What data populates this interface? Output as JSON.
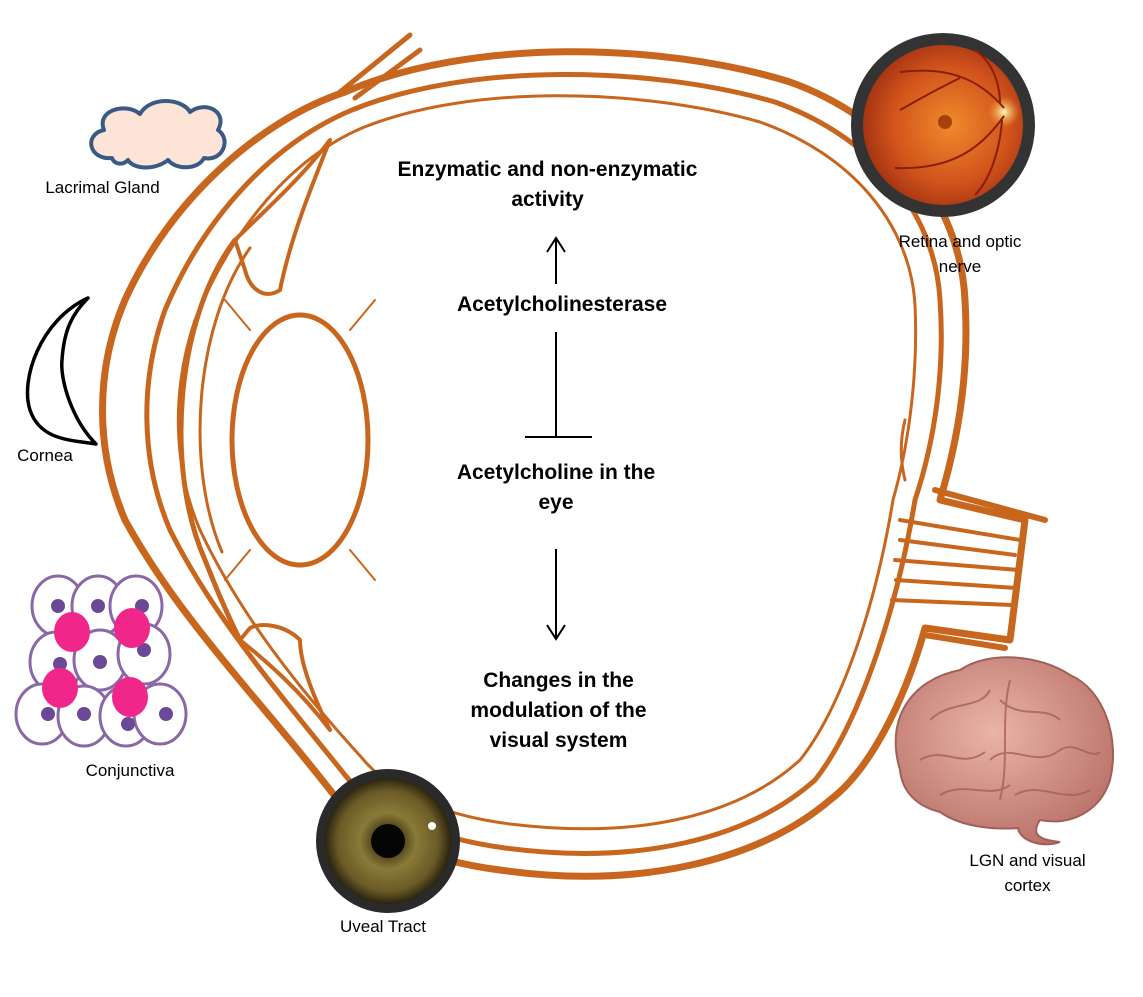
{
  "center": {
    "activity": "Enzymatic and non-enzymatic activity",
    "enzyme": "Acetylcholinesterase",
    "substrate": "Acetylcholine in the eye",
    "outcome": "Changes in the modulation of the visual system"
  },
  "structures": {
    "lacrimal": "Lacrimal Gland",
    "cornea": "Cornea",
    "conjunctiva": "Conjunctiva",
    "uveal": "Uveal Tract",
    "retina": "Retina and optic nerve",
    "lgn": "LGN and visual cortex"
  },
  "colors": {
    "eye_outline": "#c8661e",
    "cloud_fill": "#fde4d6",
    "cloud_stroke": "#3a5a86",
    "cell_stroke": "#8a68a8",
    "nucleus": "#6a4a96",
    "pink_cell": "#f0268a",
    "retina": "#d2541c",
    "iris": "#7a6a2e",
    "brain": "#d89890"
  },
  "icons": [
    "cloud-icon",
    "crescent-icon",
    "cells-icon",
    "eye-iris-icon",
    "retina-fundus-icon",
    "brain-icon"
  ]
}
